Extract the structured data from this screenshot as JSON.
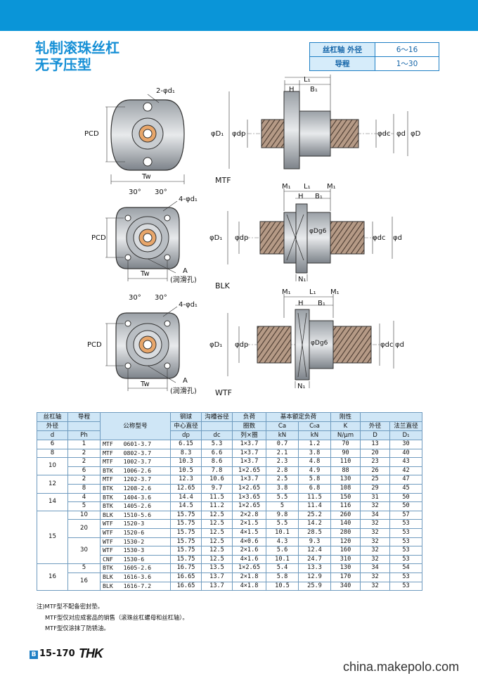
{
  "header": {
    "title_line1": "轧制滚珠丝杠",
    "title_line2": "无予压型"
  },
  "spec_table": [
    {
      "key": "丝杠轴 外径",
      "value": "6～16"
    },
    {
      "key": "导程",
      "value": "1～30"
    }
  ],
  "drawing": {
    "labels": {
      "two_d1": "2-φd₁",
      "four_d1": "4-φd₁",
      "pcd": "PCD",
      "tw": "Tw",
      "angle": "30°",
      "a": "A",
      "lube_hole": "(润滑孔)",
      "l1": "L₁",
      "h": "H",
      "b1": "B₁",
      "m1": "M₁",
      "n1": "N₁",
      "d1_dim": "φD₁",
      "dp": "φdp",
      "dc": "φdc",
      "d": "φd",
      "D": "φD",
      "dg6": "φDg6"
    },
    "model_mtf": "MTF",
    "model_blk": "BLK",
    "model_wtf": "WTF"
  },
  "table": {
    "headers": {
      "shaft_od": [
        "丝杠轴",
        "外径",
        "d"
      ],
      "lead": [
        "导程",
        "",
        "Ph"
      ],
      "model": "公称型号",
      "ball_center": [
        "钢球",
        "中心直径",
        "dp"
      ],
      "groove_root": [
        "沟槽谷径",
        "",
        "dc"
      ],
      "load_circuits": [
        "负荷",
        "圈数",
        "列×圈"
      ],
      "basic_rating": "基本额定负荷",
      "ca": [
        "Ca",
        "kN"
      ],
      "c0a": [
        "C₀a",
        "kN"
      ],
      "rigidity": [
        "刚性",
        "K",
        "N/μm"
      ],
      "outer_d": [
        "外径",
        "D"
      ],
      "flange_d": [
        "法兰直径",
        "D₁"
      ]
    },
    "rows": [
      {
        "d": "6",
        "ph": "1",
        "model": "MTF   0601-3.7",
        "dp": "6.15",
        "dc": "5.3",
        "turns": "1×3.7",
        "ca": "0.7",
        "c0a": "1.2",
        "k": "70",
        "D": "13",
        "D1": "30"
      },
      {
        "d": "8",
        "ph": "2",
        "model": "MTF   0802-3.7",
        "dp": "8.3",
        "dc": "6.6",
        "turns": "1×3.7",
        "ca": "2.1",
        "c0a": "3.8",
        "k": "90",
        "D": "20",
        "D1": "40"
      },
      {
        "d": "10",
        "ph": "2",
        "model": "MTF   1002-3.7",
        "dp": "10.3",
        "dc": "8.6",
        "turns": "1×3.7",
        "ca": "2.3",
        "c0a": "4.8",
        "k": "110",
        "D": "23",
        "D1": "43"
      },
      {
        "d": "",
        "ph": "6",
        "model": "BTK   1006-2.6",
        "dp": "10.5",
        "dc": "7.8",
        "turns": "1×2.65",
        "ca": "2.8",
        "c0a": "4.9",
        "k": "88",
        "D": "26",
        "D1": "42"
      },
      {
        "d": "12",
        "ph": "2",
        "model": "MTF   1202-3.7",
        "dp": "12.3",
        "dc": "10.6",
        "turns": "1×3.7",
        "ca": "2.5",
        "c0a": "5.8",
        "k": "130",
        "D": "25",
        "D1": "47"
      },
      {
        "d": "",
        "ph": "8",
        "model": "BTK   1208-2.6",
        "dp": "12.65",
        "dc": "9.7",
        "turns": "1×2.65",
        "ca": "3.8",
        "c0a": "6.8",
        "k": "108",
        "D": "29",
        "D1": "45"
      },
      {
        "d": "14",
        "ph": "4",
        "model": "BTK   1404-3.6",
        "dp": "14.4",
        "dc": "11.5",
        "turns": "1×3.65",
        "ca": "5.5",
        "c0a": "11.5",
        "k": "150",
        "D": "31",
        "D1": "50"
      },
      {
        "d": "",
        "ph": "5",
        "model": "BTK   1405-2.6",
        "dp": "14.5",
        "dc": "11.2",
        "turns": "1×2.65",
        "ca": "5",
        "c0a": "11.4",
        "k": "116",
        "D": "32",
        "D1": "50"
      },
      {
        "d": "15",
        "ph": "10",
        "model": "BLK   1510-5.6",
        "dp": "15.75",
        "dc": "12.5",
        "turns": "2×2.8",
        "ca": "9.8",
        "c0a": "25.2",
        "k": "260",
        "D": "34",
        "D1": "57"
      },
      {
        "d": "",
        "ph": "20",
        "model": "WTF   1520-3",
        "dp": "15.75",
        "dc": "12.5",
        "turns": "2×1.5",
        "ca": "5.5",
        "c0a": "14.2",
        "k": "140",
        "D": "32",
        "D1": "53"
      },
      {
        "d": "",
        "ph": "",
        "model": "WTF   1520-6",
        "dp": "15.75",
        "dc": "12.5",
        "turns": "4×1.5",
        "ca": "10.1",
        "c0a": "28.5",
        "k": "280",
        "D": "32",
        "D1": "53"
      },
      {
        "d": "",
        "ph": "30",
        "model": "WTF   1530-2",
        "dp": "15.75",
        "dc": "12.5",
        "turns": "4×0.6",
        "ca": "4.3",
        "c0a": "9.3",
        "k": "120",
        "D": "32",
        "D1": "53"
      },
      {
        "d": "",
        "ph": "",
        "model": "WTF   1530-3",
        "dp": "15.75",
        "dc": "12.5",
        "turns": "2×1.6",
        "ca": "5.6",
        "c0a": "12.4",
        "k": "160",
        "D": "32",
        "D1": "53"
      },
      {
        "d": "",
        "ph": "",
        "model": "CNF   1530-6",
        "dp": "15.75",
        "dc": "12.5",
        "turns": "4×1.6",
        "ca": "10.1",
        "c0a": "24.7",
        "k": "310",
        "D": "32",
        "D1": "53"
      },
      {
        "d": "16",
        "ph": "5",
        "model": "BTK   1605-2.6",
        "dp": "16.75",
        "dc": "13.5",
        "turns": "1×2.65",
        "ca": "5.4",
        "c0a": "13.3",
        "k": "130",
        "D": "34",
        "D1": "54"
      },
      {
        "d": "",
        "ph": "16",
        "model": "BLK   1616-3.6",
        "dp": "16.65",
        "dc": "13.7",
        "turns": "2×1.8",
        "ca": "5.8",
        "c0a": "12.9",
        "k": "170",
        "D": "32",
        "D1": "53"
      },
      {
        "d": "",
        "ph": "",
        "model": "BLK   1616-7.2",
        "dp": "16.65",
        "dc": "13.7",
        "turns": "4×1.8",
        "ca": "10.5",
        "c0a": "25.9",
        "k": "340",
        "D": "32",
        "D1": "53"
      }
    ]
  },
  "notes": [
    "注)MTF型不配备密封垫。",
    "MTF型仅对应成套品的销售（滚珠丝杠螺母和丝杠轴）。",
    "MTF型仅涂抹了防锈油。"
  ],
  "footer": {
    "badge": "B",
    "page": "15-170",
    "brand": "THK",
    "watermark": "china.makepolo.com"
  },
  "colors": {
    "accent": "#0a95d8",
    "title": "#1790d6",
    "table_head": "#cfe6f6",
    "border": "#6f9bbf"
  }
}
